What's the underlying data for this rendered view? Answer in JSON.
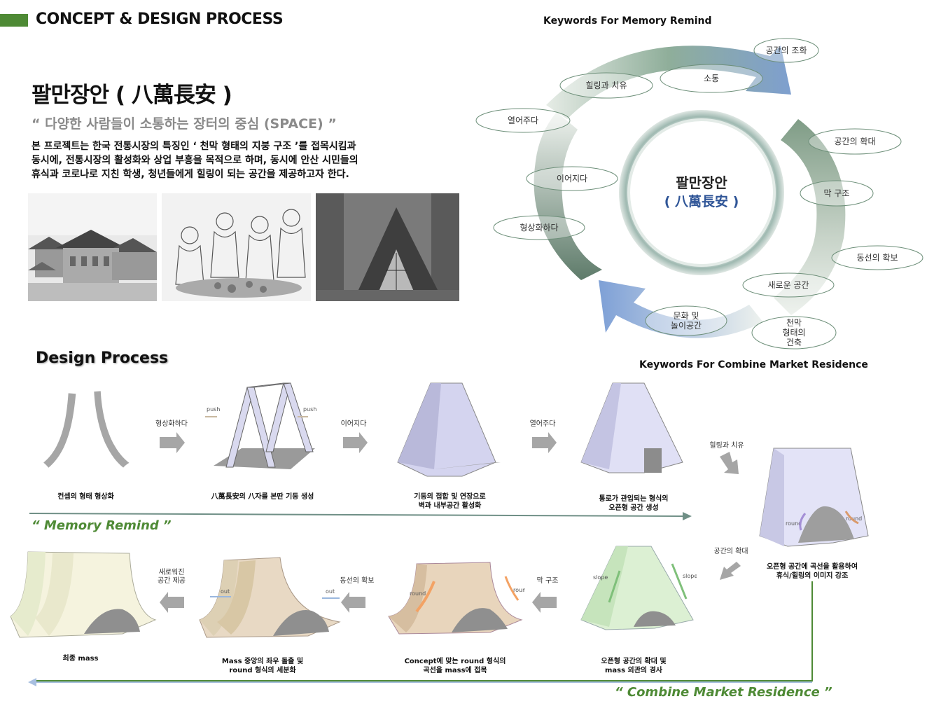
{
  "header": {
    "title": "CONCEPT & DESIGN PROCESS",
    "accent_color": "#4e8a35"
  },
  "concept": {
    "title": "팔만장안 ( 八萬長安 )",
    "subtitle": "“ 다양한 사람들이 소통하는 장터의 중심 (SPACE) ”",
    "description_lines": [
      "본 프로젝트는 한국 전통시장의 특징인 ‘ 천막 형태의 지붕 구조 ’를 접목시킴과",
      "동시에, 전통시장의 활성화와 상업 부흥을 목적으로 하며, 동시에 안산 시민들의",
      "휴식과 코로나로 지친 학생, 청년들에게 힐링이 되는 공간을 제공하고자 한다."
    ]
  },
  "photos": [
    "hanok-village-photo",
    "market-sketch-photo",
    "a-frame-cabin-photo"
  ],
  "diagram": {
    "top_title": "Keywords For Memory Remind",
    "bottom_title": "Keywords For Combine Market Residence",
    "center_line1": "팔만장안",
    "center_line2": "( 八萬長安 )",
    "keywords": [
      "공간의 조화",
      "소통",
      "힐링과 치유",
      "열어주다",
      "이어지다",
      "형상화하다",
      "공간의 확대",
      "막 구조",
      "동선의 확보",
      "새로운 공간",
      "문화 및\n놀이공간",
      "천막\n형태의\n건축"
    ]
  },
  "process": {
    "title": "Design Process",
    "char": "八",
    "step_labels": [
      "컨셉의 형태 형상화",
      "八萬長安의 八자를 본딴 기둥 생성",
      "기둥의 접합 및 연장으로\n벽과 내부공간 활성화",
      "통로가 관입되는 형식의\n오픈형 공간 생성",
      "오픈형 공간에 곡선을 활용하여\n휴식/힐링의 이미지 강조",
      "오픈형 공간의 확대 및\nmass 외관의 경사",
      "Concept에 맞는 round 형식의\n곡선을 mass에 접목",
      "Mass 중앙의 좌우 돌출 및\nround 형식의 세분화",
      "최종 mass"
    ],
    "arrow_labels": [
      "형상화하다",
      "이어지다",
      "열어주다",
      "힐링과 치유",
      "공간의 확대",
      "막 구조",
      "동선의 확보",
      "새로워진\n공간 제공"
    ],
    "tags": {
      "push": "push",
      "round": "round",
      "slope": "slope",
      "out": "out"
    },
    "memory_label": "“ Memory Remind ”",
    "combine_label": "“ Combine Market Residence ”"
  }
}
